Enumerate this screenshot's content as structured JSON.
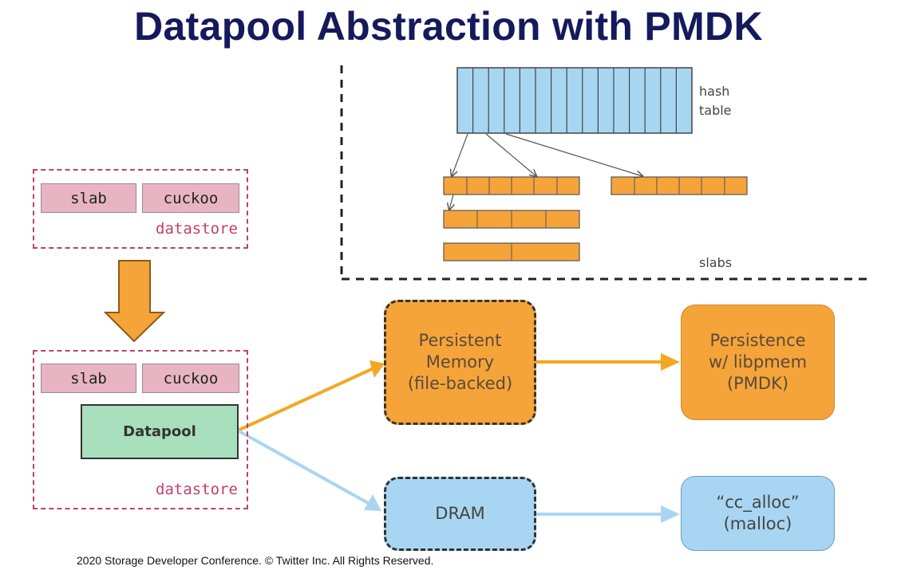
{
  "title": "Datapool Abstraction with PMDK",
  "top_datastore": {
    "slab_label": "slab",
    "cuckoo_label": "cuckoo",
    "datastore_label": "datastore"
  },
  "bottom_datastore": {
    "slab_label": "slab",
    "cuckoo_label": "cuckoo",
    "datapool_label": "Datapool",
    "datastore_label": "datastore"
  },
  "inset": {
    "hash_table_label_line1": "hash",
    "hash_table_label_line2": "table",
    "slabs_label": "slabs",
    "hash_table_cells": 15
  },
  "nodes": {
    "pmem": [
      "Persistent",
      "Memory",
      "(file-backed)"
    ],
    "pmdk": [
      "Persistence",
      "w/ libpmem",
      "(PMDK)"
    ],
    "dram": [
      "DRAM"
    ],
    "cc_alloc": [
      "“cc_alloc”",
      "(malloc)"
    ]
  },
  "colors": {
    "title": "#141a5c",
    "datastore_border": "#c0406a",
    "orange": "#f5a43a",
    "blue": "#a8d6f2",
    "green": "#a8dfbc",
    "pink": "#e8b4c3"
  },
  "footer": "2020 Storage Developer Conference. © Twitter Inc.  All Rights Reserved."
}
